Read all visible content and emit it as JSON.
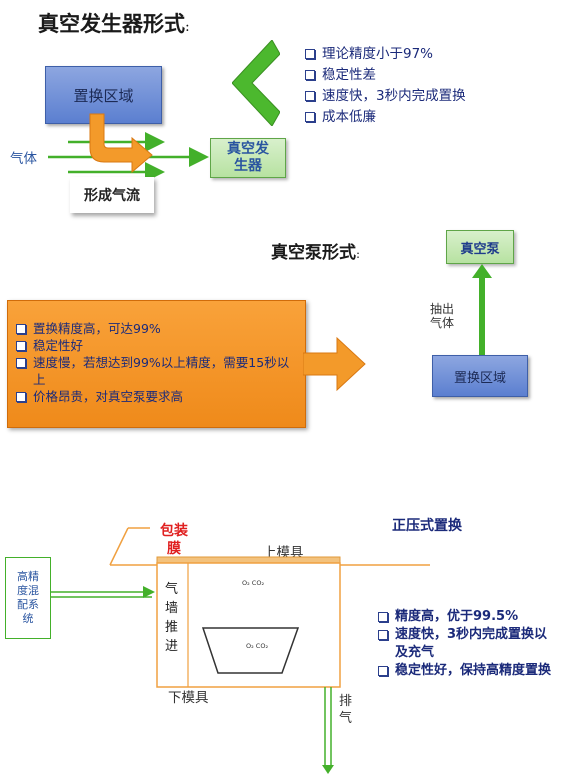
{
  "section1": {
    "title": "真空发生器形式",
    "title_suffix": ":",
    "replace_zone": "置换区域",
    "gas_label": "气体",
    "airflow_label": "形成气流",
    "generator_line1": "真空发",
    "generator_line2": "生器",
    "features": [
      "理论精度小于97%",
      "稳定性差",
      "速度快，3秒内完成置换",
      "成本低廉"
    ]
  },
  "section2": {
    "title": "真空泵形式",
    "title_suffix": ":",
    "pump_label": "真空泵",
    "extract_line1": "抽出",
    "extract_line2": "气体",
    "replace_zone": "置换区域",
    "features": [
      "置换精度高，可达99%",
      "稳定性好",
      "速度慢，若想达到99%以上精度，需要15秒以上",
      "价格昂贵，对真空泵要求高"
    ]
  },
  "section3": {
    "title": "正压式置换",
    "packaging_film_line1": "包装",
    "packaging_film_line2": "膜",
    "upper_mold": "上模具",
    "lower_mold": "下模具",
    "gas_wall": [
      "气",
      "墙",
      "推",
      "进"
    ],
    "gas_system": [
      "高精",
      "度混",
      "配系",
      "统"
    ],
    "o2co2_top": "O₂ CO₂",
    "o2co2_bottom": "O₂ CO₂",
    "exhaust": [
      "排",
      "气"
    ],
    "features": [
      "精度高，优于99.5%",
      "速度快，3秒内完成置换以及充气",
      "稳定性好，保持高精度置换"
    ]
  },
  "colors": {
    "blue_text": "#1b2a7a",
    "green_arrow": "#43b02a",
    "orange": "#f39a2a",
    "mold_line": "#f0a040",
    "red_label": "#e02020"
  }
}
